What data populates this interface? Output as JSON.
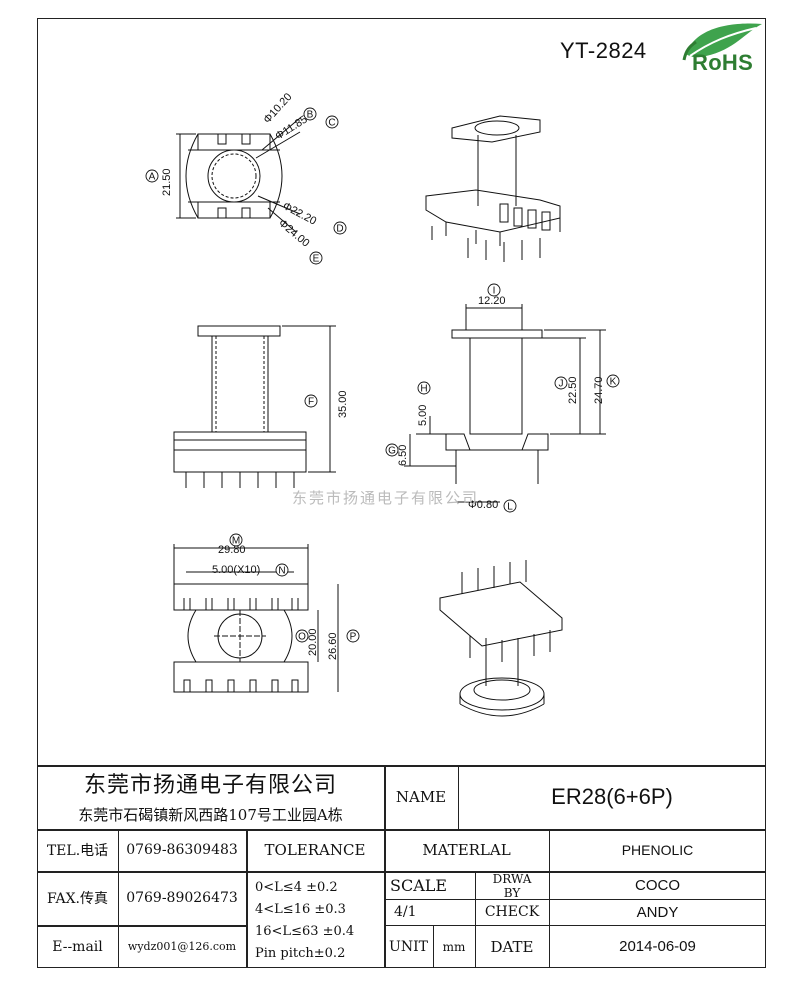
{
  "header": {
    "part_number": "YT-2824",
    "rohs_label": "RoHS"
  },
  "watermark": "东莞市扬通电子有限公司",
  "dimensions": {
    "d_b": "Φ10.20",
    "d_c": "Φ11.85",
    "d_d": "Φ22.20",
    "d_e": "Φ24.00",
    "a_height": "21.50",
    "f_height": "35.00",
    "i_width": "12.20",
    "h_height": "5.00",
    "g_height": "6.50",
    "j_height": "22.50",
    "k_height": "24.70",
    "l_pin": "Φ0.80",
    "m_width": "29.80",
    "pitch": "5.00(X10)",
    "o_height": "20.00",
    "p_height": "26.60"
  },
  "callouts": [
    "A",
    "B",
    "C",
    "D",
    "E",
    "F",
    "G",
    "H",
    "I",
    "J",
    "K",
    "L",
    "M",
    "N",
    "O",
    "P"
  ],
  "title_block": {
    "company_name": "东莞市扬通电子有限公司",
    "company_address": "东莞市石碣镇新风西路107号工业园A栋",
    "name_label": "NAME",
    "name_value": "ER28(6+6P)",
    "tel_label": "TEL.电话",
    "tel_value": "0769-86309483",
    "fax_label": "FAX.传真",
    "fax_value": "0769-89026473",
    "email_label": "E--mail",
    "email_value": "wydz001@126.com",
    "tolerance_label": "TOLERANCE",
    "tol_1": "0<L≤4   ±0.2",
    "tol_2": "4<L≤16  ±0.3",
    "tol_3": "16<L≤63 ±0.4",
    "tol_4": "Pin pitch±0.2",
    "material_label": "MATERLAL",
    "material_value": "PHENOLIC",
    "scale_label": "SCALE",
    "scale_value": "4/1",
    "drawn_label_1": "DRWA",
    "drawn_label_2": "BY",
    "drawn_value": "COCO",
    "check_label": "CHECK",
    "check_value": "ANDY",
    "unit_label": "UNIT",
    "unit_value": "mm",
    "date_label": "DATE",
    "date_value": "2014-06-09"
  }
}
